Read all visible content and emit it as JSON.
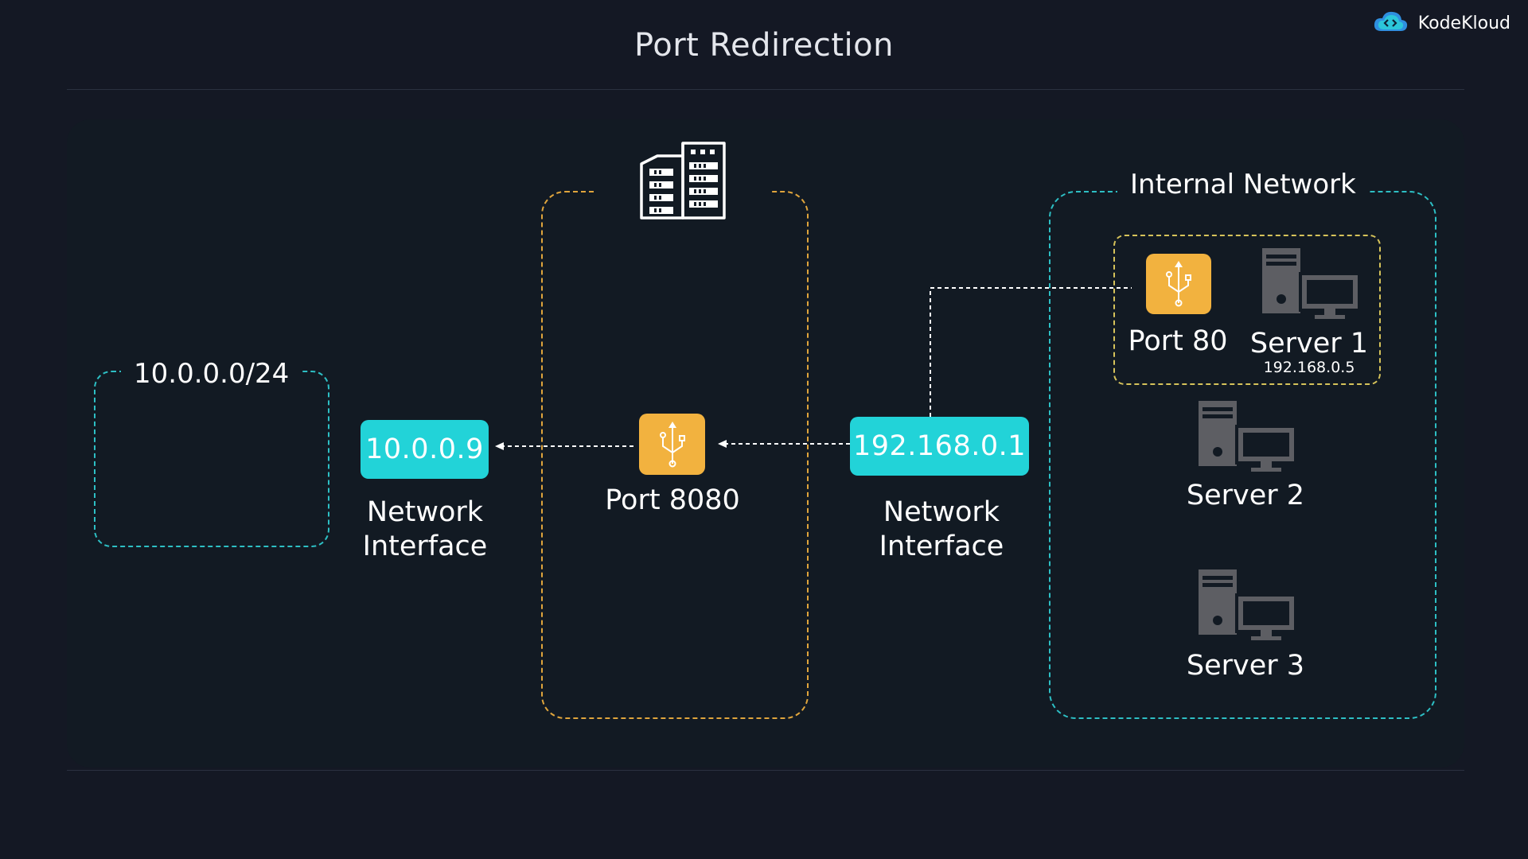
{
  "title": "Port Redirection",
  "brand": {
    "name": "KodeKloud",
    "logo_icon": "kodekloud-cloud-icon"
  },
  "colors": {
    "teal": "#22d3d8",
    "orange": "#f2b23f",
    "background": "#141824"
  },
  "subnet_box": {
    "label": "10.0.0.0/24"
  },
  "external_nic": {
    "ip": "10.0.0.9",
    "label_line1": "Network",
    "label_line2": "Interface"
  },
  "router": {
    "icon": "server-rack-icon",
    "port_label": "Port 8080",
    "port_icon": "usb-port-icon"
  },
  "internal_nic": {
    "ip": "192.168.0.1",
    "label_line1": "Network",
    "label_line2": "Interface"
  },
  "internal_network": {
    "label": "Internal Network",
    "port_label": "Port 80",
    "servers": [
      {
        "name": "Server 1",
        "ip": "192.168.0.5"
      },
      {
        "name": "Server 2"
      },
      {
        "name": "Server 3"
      }
    ]
  }
}
